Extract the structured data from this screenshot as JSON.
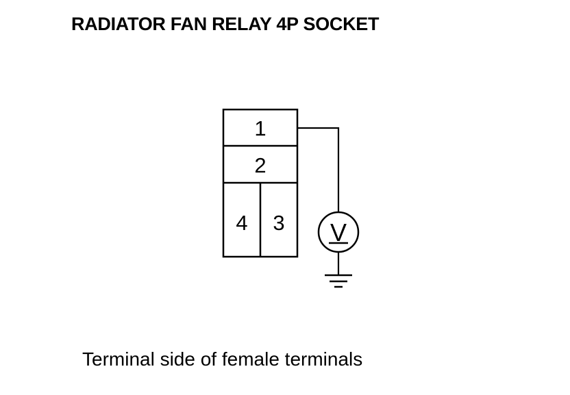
{
  "title": "RADIATOR FAN RELAY 4P SOCKET",
  "caption": "Terminal side of female terminals",
  "connector": {
    "terminals": [
      {
        "id": "t1",
        "label": "1"
      },
      {
        "id": "t2",
        "label": "2"
      },
      {
        "id": "t4",
        "label": "4"
      },
      {
        "id": "t3",
        "label": "3"
      }
    ]
  },
  "meter": {
    "symbol": "V"
  },
  "icons": {
    "meter": "voltmeter-icon",
    "ground": "ground-icon"
  },
  "colors": {
    "ink": "#000000",
    "background": "#ffffff"
  }
}
